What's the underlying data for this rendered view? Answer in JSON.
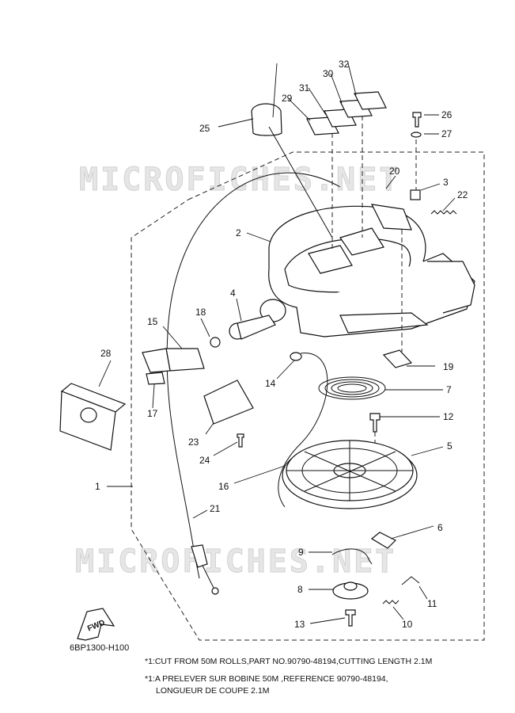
{
  "watermark": "MICROFICHES.NET",
  "diagram_code": "6BP1300-H100",
  "fwd_label": "FWD",
  "notes": [
    "*1:CUT FROM 50M ROLLS,PART NO.90790-48194,CUTTING LENGTH 2.1M",
    "*1:A PRELEVER SUR BOBINE 50M ,REFERENCE 90790-48194,",
    "LONGUEUR DE COUPE 2.1M"
  ],
  "callouts": [
    "1",
    "2",
    "3",
    "4",
    "5",
    "6",
    "7",
    "8",
    "9",
    "10",
    "11",
    "12",
    "13",
    "14",
    "15",
    "16",
    "17",
    "18",
    "19",
    "20",
    "21",
    "22",
    "23",
    "24",
    "25",
    "26",
    "27",
    "28",
    "29",
    "30",
    "31",
    "32"
  ]
}
